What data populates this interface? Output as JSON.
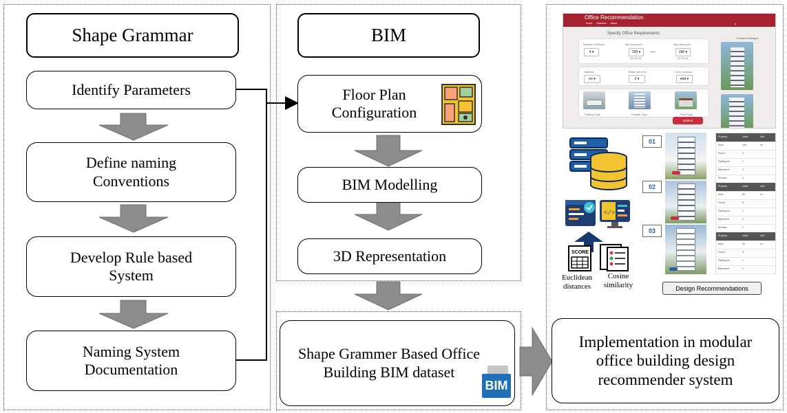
{
  "colors": {
    "maroon": "#a72230",
    "gray_arrow": "#8c8c8c",
    "dark_gray": "#555555"
  },
  "left_column": {
    "title": "Shape Grammar",
    "steps": [
      "Identify Parameters",
      "Define naming Conventions",
      "Develop Rule based System",
      "Naming System Documentation"
    ]
  },
  "middle_column": {
    "title": "BIM",
    "steps": [
      "Floor Plan Configuration",
      "BIM Modelling",
      "3D Representation"
    ]
  },
  "dataset": {
    "label": "Shape Grammer Based Office Building BIM dataset",
    "icon_text": "BIM"
  },
  "implementation": {
    "label": "Implementation in modular office building design recommender system"
  },
  "app": {
    "title": "Office Recommendation",
    "nav": [
      "Home",
      "Selection",
      "About"
    ],
    "form_title": "Specify Office Requirements",
    "featured_label": "Featured Designs",
    "fields": {
      "floors_label": "Number of Floors",
      "floors_value": "4",
      "min_area_label": "Min Area (m²)",
      "min_area_value": "100",
      "min_area_sub": "(0-12 m)",
      "max_area_label": "Max Area (m²)",
      "max_area_value": "160",
      "max_area_sub": "(0-15 m)",
      "balcony_label": "Balcony",
      "balcony_value": "no",
      "toilets_label": "Toilets per floor",
      "toilets_value": "2",
      "core_label": "Core Location",
      "core_value": "end"
    },
    "type_labels": [
      "Parking Type",
      "Facade Type",
      "Roof Type"
    ],
    "submit_label": "Submit"
  },
  "results": {
    "numbers": [
      "01",
      "02",
      "03"
    ],
    "table_headers": [
      "Property",
      "Value",
      "Unit"
    ],
    "table_rows": [
      "Area",
      "Floors",
      "Parking lot",
      "Basement",
      "Elevator"
    ],
    "area_values": [
      "100",
      "80",
      "90"
    ],
    "recommend_button": "Design Recommendations"
  },
  "methods": {
    "euclidean": "Euclidean distances",
    "cosine": "Cosine similarity",
    "score_label": "SCORE"
  }
}
